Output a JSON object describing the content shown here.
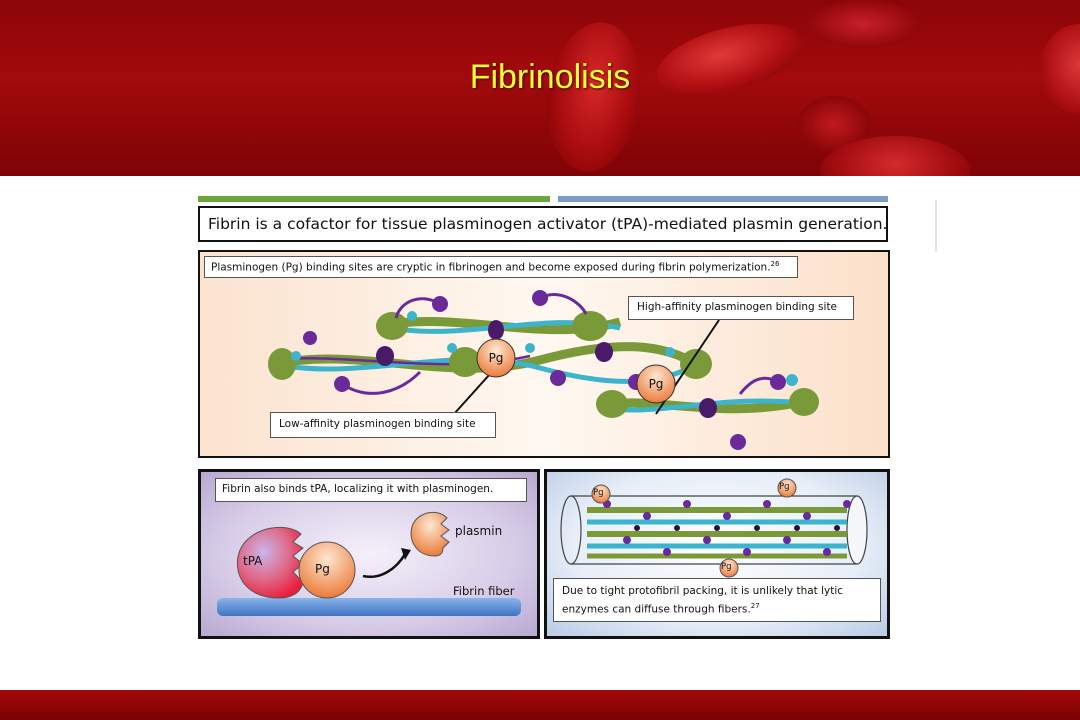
{
  "slide": {
    "title": "Fibrinolisis"
  },
  "figure": {
    "headline": "Fibrin is a cofactor for tissue plasminogen activator (tPA)-mediated plasmin generation.",
    "panel_top": {
      "caption": "Plasminogen (Pg) binding sites are cryptic in fibrinogen and become exposed during fibrin polymerization.",
      "caption_ref": "26",
      "high_affinity_label": "High-affinity plasminogen binding site",
      "low_affinity_label": "Low-affinity plasminogen binding site",
      "pg_label": "Pg"
    },
    "panel_left": {
      "caption": "Fibrin also binds tPA, localizing it with plasminogen.",
      "tpa_label": "tPA",
      "pg_label": "Pg",
      "plasmin_label": "plasmin",
      "fiber_label": "Fibrin fiber"
    },
    "panel_right": {
      "pg_label": "Pg",
      "caption": "Due to tight protofibril packing, it is unlikely that lytic enzymes can diffuse through fibers.",
      "caption_ref": "27"
    }
  },
  "colors": {
    "header_red": "#a30a0c",
    "title_yellow": "#ffff33",
    "fibrin_green": "#7a9a3a",
    "fibrin_cyan": "#3cb4cc",
    "fibrin_purple": "#6a2a9a",
    "pg_orange": "#f0904c",
    "tpa_red": "#e8203c"
  }
}
